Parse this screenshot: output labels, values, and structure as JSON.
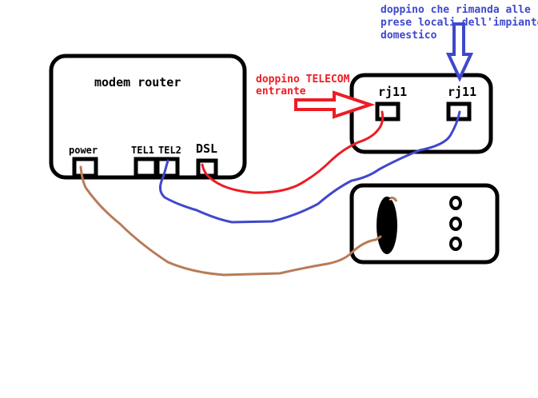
{
  "colors": {
    "outline": "#000000",
    "telecom_wire": "#ed1c24",
    "home_wire": "#3f48cc",
    "power_wire": "#b97a57",
    "background": "#ffffff"
  },
  "modem": {
    "title": "modem router",
    "ports": [
      {
        "id": "power",
        "label": "power"
      },
      {
        "id": "tel1",
        "label": "TEL1"
      },
      {
        "id": "tel2",
        "label": "TEL2"
      },
      {
        "id": "dsl",
        "label": "DSL"
      }
    ]
  },
  "wall_socket": {
    "ports": [
      {
        "id": "rj11-left",
        "label": "rj11"
      },
      {
        "id": "rj11-right",
        "label": "rj11"
      }
    ]
  },
  "annotations": {
    "telecom": {
      "line1": "doppino TELECOM",
      "line2": "entrante"
    },
    "home": {
      "line1": "doppino che rimanda alle",
      "line2": "prese locali dell'impianto",
      "line3": "domestico"
    }
  },
  "phone": {
    "keys": 3
  },
  "connections": [
    {
      "from": "modem.dsl",
      "to": "wall_socket.rj11-left",
      "color": "telecom_wire"
    },
    {
      "from": "modem.tel2",
      "to": "wall_socket.rj11-right",
      "color": "home_wire"
    },
    {
      "from": "modem.power",
      "to": "phone.handset",
      "color": "power_wire"
    }
  ]
}
